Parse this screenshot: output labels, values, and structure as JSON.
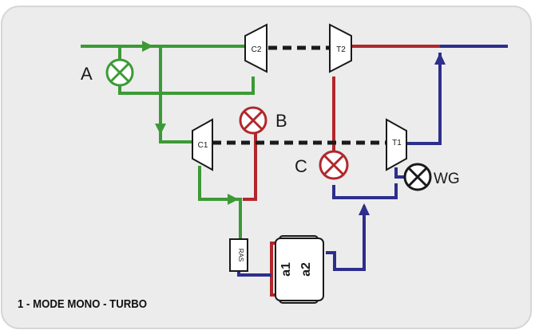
{
  "labels": {
    "valve_a": "A",
    "valve_b": "B",
    "valve_c": "C",
    "valve_wg": "WG",
    "compressor_hp": "C2",
    "compressor_lp": "C1",
    "turbine_hp": "T2",
    "turbine_lp": "T1",
    "ras": "RAS",
    "engine_bank_1": "a1",
    "engine_bank_2": "a2"
  },
  "caption": "1 - MODE MONO - TURBO",
  "colors": {
    "intake": "#3c9a36",
    "hot_exhaust": "#b0282b",
    "exhaust": "#2e2e8c",
    "panel": "#ececec",
    "outline": "#1a1a1a"
  }
}
